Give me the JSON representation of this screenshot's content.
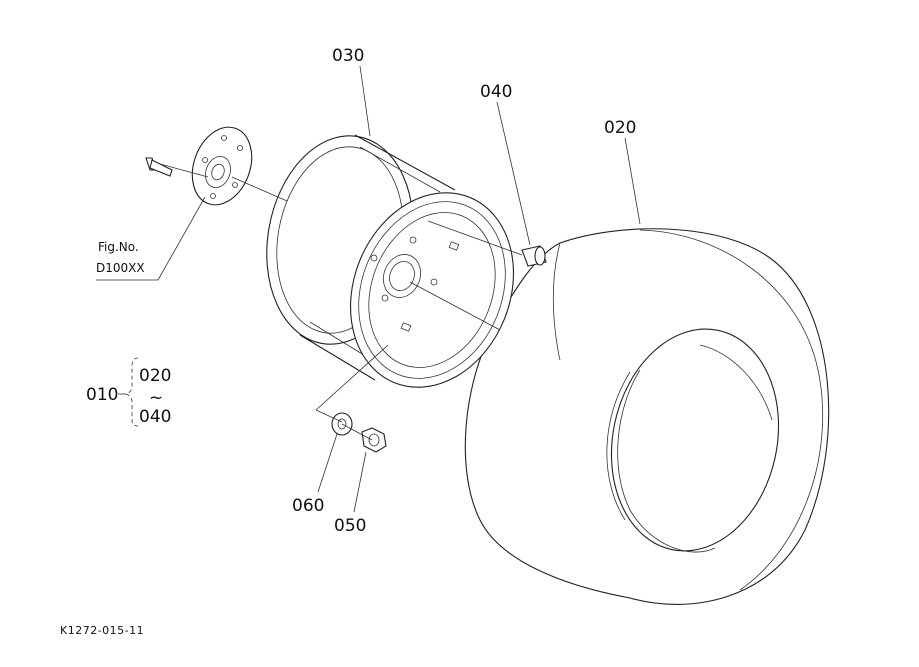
{
  "labels": {
    "part_010": "010",
    "part_020": "020",
    "part_030": "030",
    "part_040": "040",
    "part_050": "050",
    "part_060": "060",
    "group_from": "020",
    "group_tilde": "~",
    "group_to": "040",
    "fig_ref_title": "Fig.No.",
    "fig_ref_code": "D100XX",
    "drawing_code": "K1272-015-11"
  },
  "colors": {
    "line": "#222222",
    "background": "#ffffff"
  }
}
